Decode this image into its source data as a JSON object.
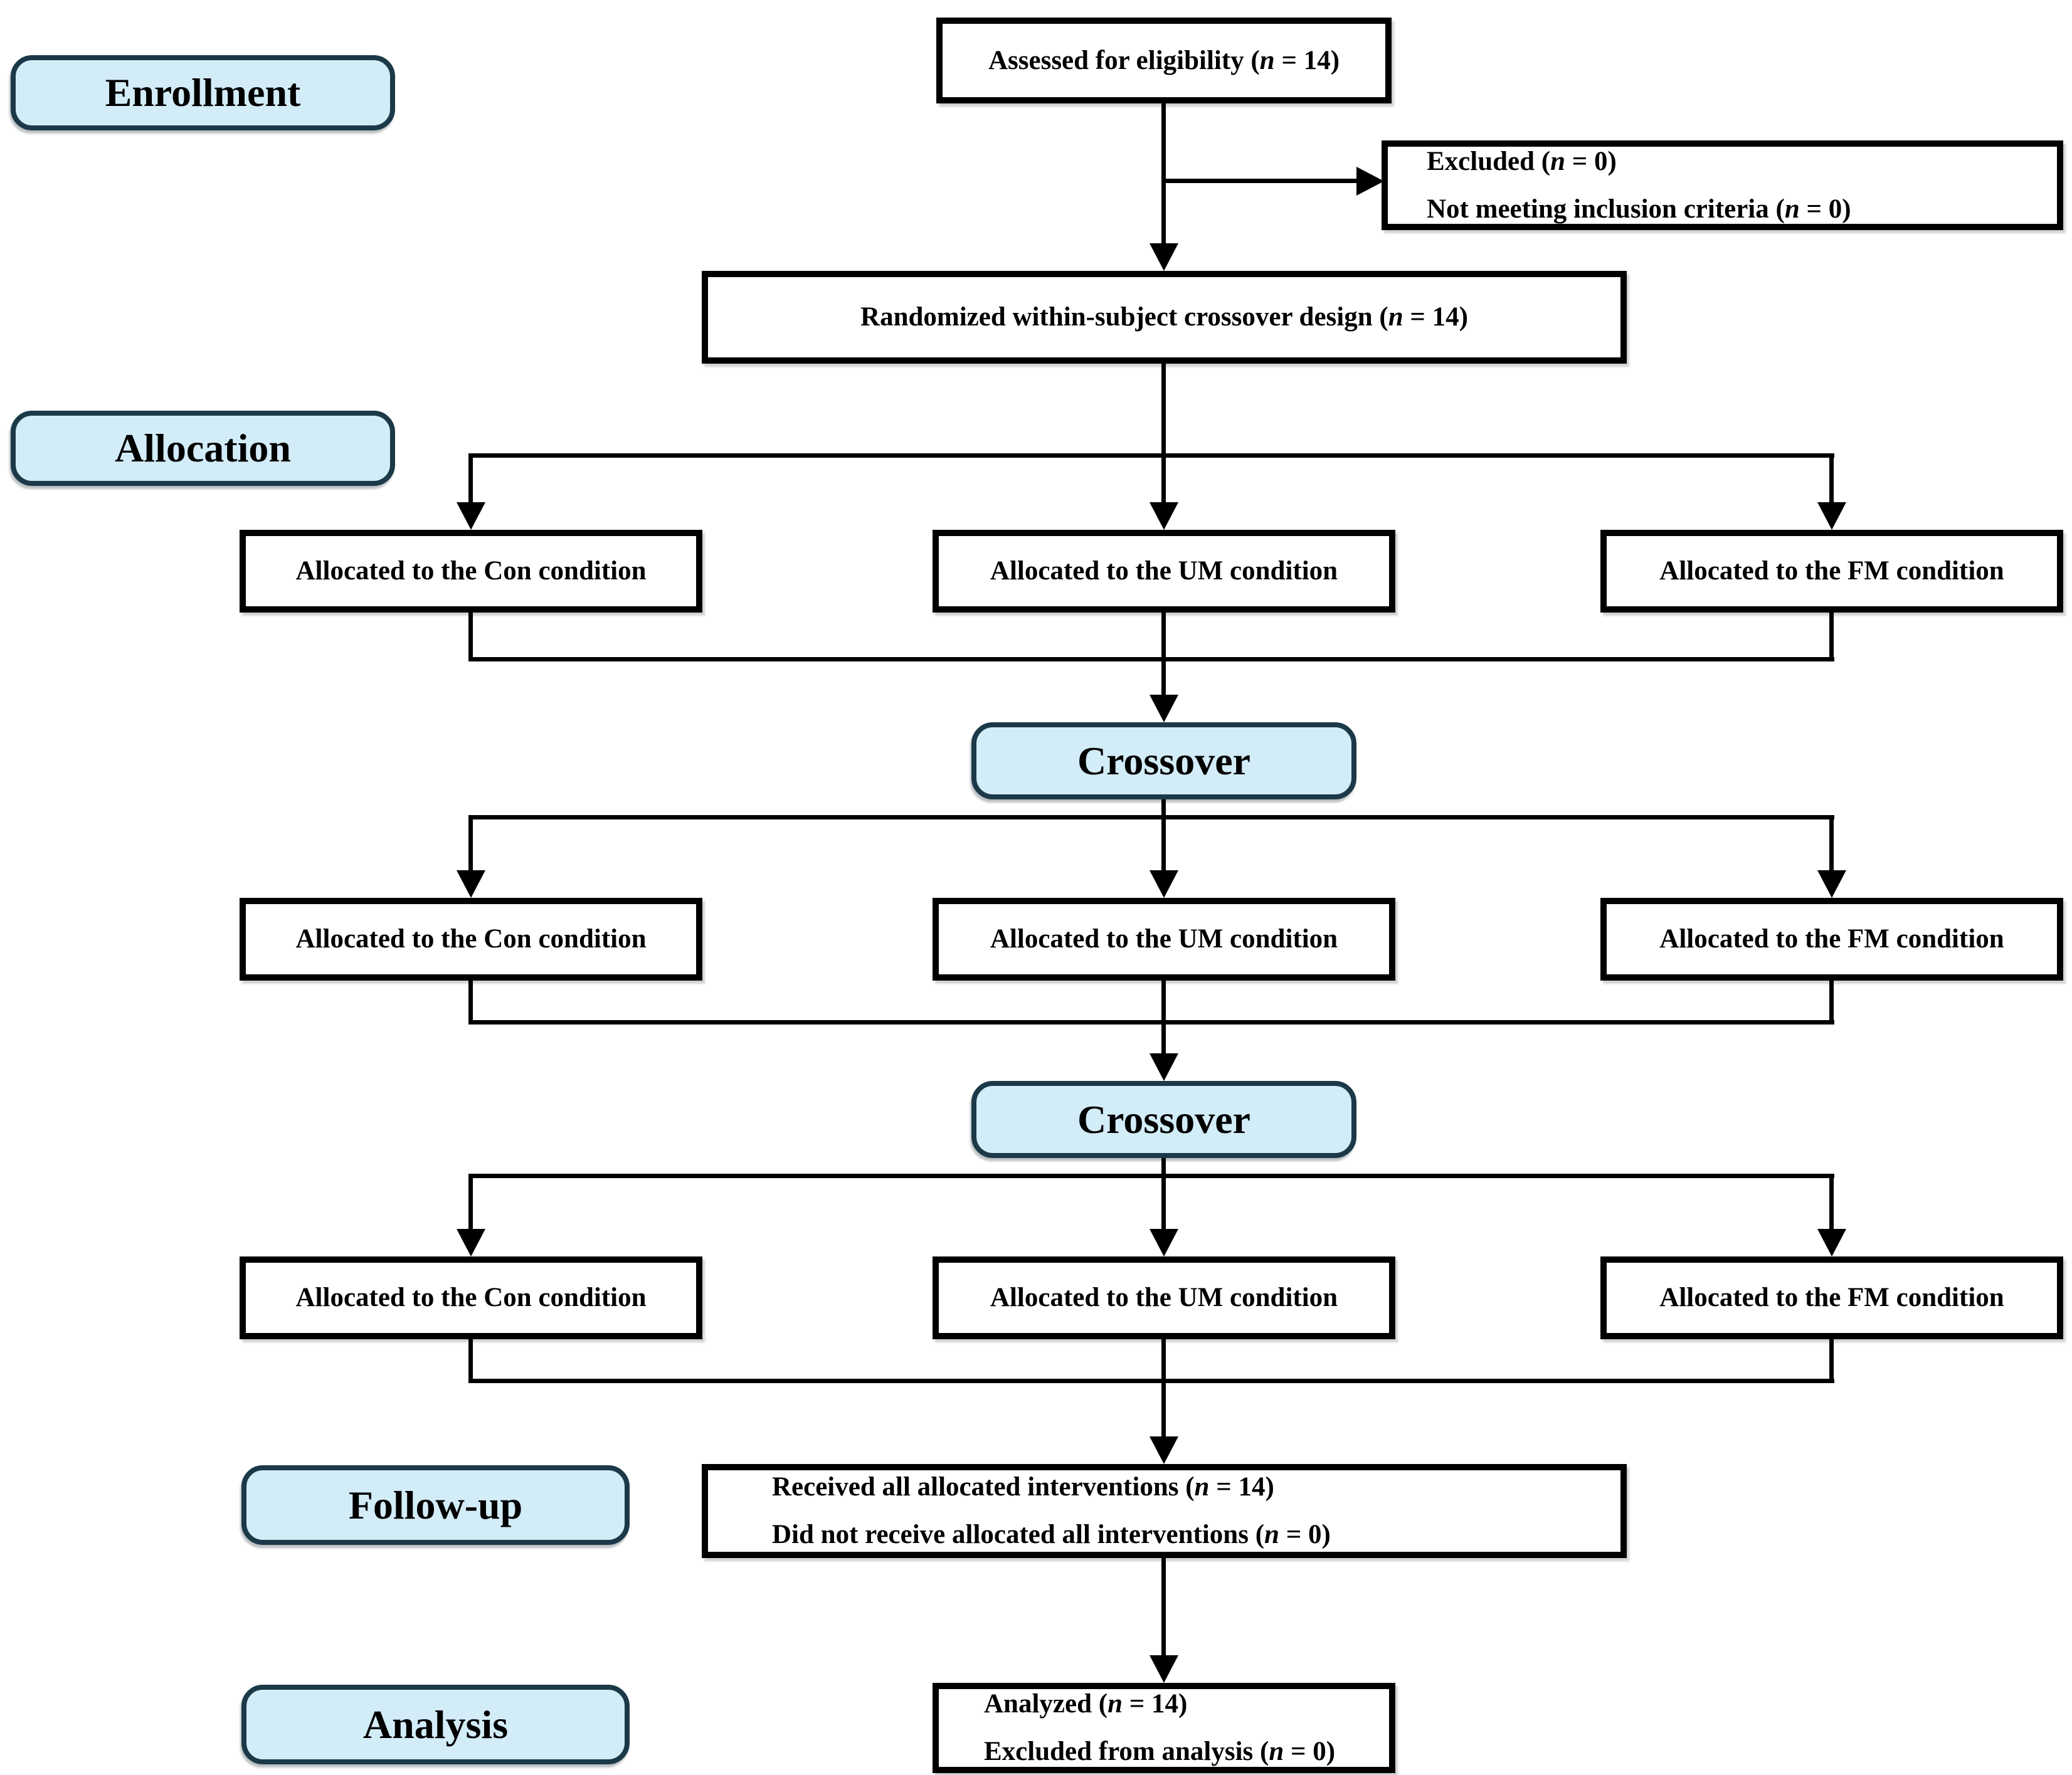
{
  "diagram": {
    "stage_labels": {
      "enrollment": "Enrollment",
      "allocation": "Allocation",
      "followup": "Follow-up",
      "analysis": "Analysis"
    },
    "crossover_labels": {
      "first": "Crossover",
      "second": "Crossover"
    },
    "boxes": {
      "assessed": "Assessed for eligibility (n = 14)",
      "excluded": {
        "line1": "Excluded (n = 0)",
        "line2": "Not meeting inclusion criteria (n = 0)"
      },
      "randomized": "Randomized within-subject crossover design (n = 14)",
      "alloc_row1": {
        "con": "Allocated to the Con condition",
        "um": "Allocated to the UM condition",
        "fm": "Allocated to the FM condition"
      },
      "alloc_row2": {
        "con": "Allocated to the Con condition",
        "um": "Allocated to the UM condition",
        "fm": "Allocated to the FM condition"
      },
      "alloc_row3": {
        "con": "Allocated to the Con condition",
        "um": "Allocated to the UM condition",
        "fm": "Allocated to the FM condition"
      },
      "followup": {
        "line1": "Received all allocated interventions  (n = 14)",
        "line2": "Did not receive allocated all interventions (n = 0)"
      },
      "analysis": {
        "line1": "Analyzed (n = 14)",
        "line2": "Excluded from analysis (n = 0)"
      }
    },
    "colors": {
      "stage_fill": "#d2ecf8",
      "stage_border": "#1b3948",
      "box_fill": "#ffffff",
      "box_border": "#000000",
      "line": "#000000",
      "text": "#000000",
      "background": "#ffffff"
    }
  }
}
